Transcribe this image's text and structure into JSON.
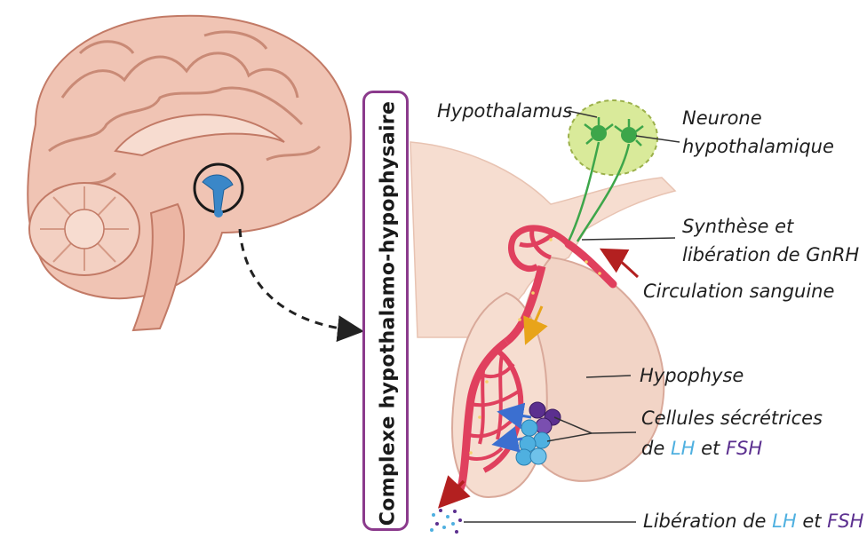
{
  "diagram": {
    "box_label": "Complexe hypothalamo-hypophysaire",
    "labels": {
      "hypothalamus": "Hypothalamus",
      "neurone_line1": "Neurone",
      "neurone_line2": "hypothalamique",
      "synthese_line1": "Synthèse et",
      "synthese_line2": "libération de GnRH",
      "circulation": "Circulation sanguine",
      "hypophyse": "Hypophyse",
      "cellules_line1": "Cellules sécrétrices",
      "cellules_de": "de",
      "cellules_lh": "LH",
      "cellules_et": "et",
      "cellules_fsh": "FSH",
      "liberation_prefix": "Libération de",
      "liberation_lh": "LH",
      "liberation_et": "et",
      "liberation_fsh": "FSH"
    },
    "colors": {
      "brain": "#f0c4b4",
      "brain_outline": "#c27a66",
      "box_border": "#8b3a8c",
      "vessel": "#e0405e",
      "hypothalamus_zone": "#d9ea9a",
      "neuron": "#3da64a",
      "lh": "#4fb0e0",
      "fsh": "#5b2f8f",
      "arrow_red": "#b32020",
      "arrow_yellow": "#e8a41a"
    }
  }
}
